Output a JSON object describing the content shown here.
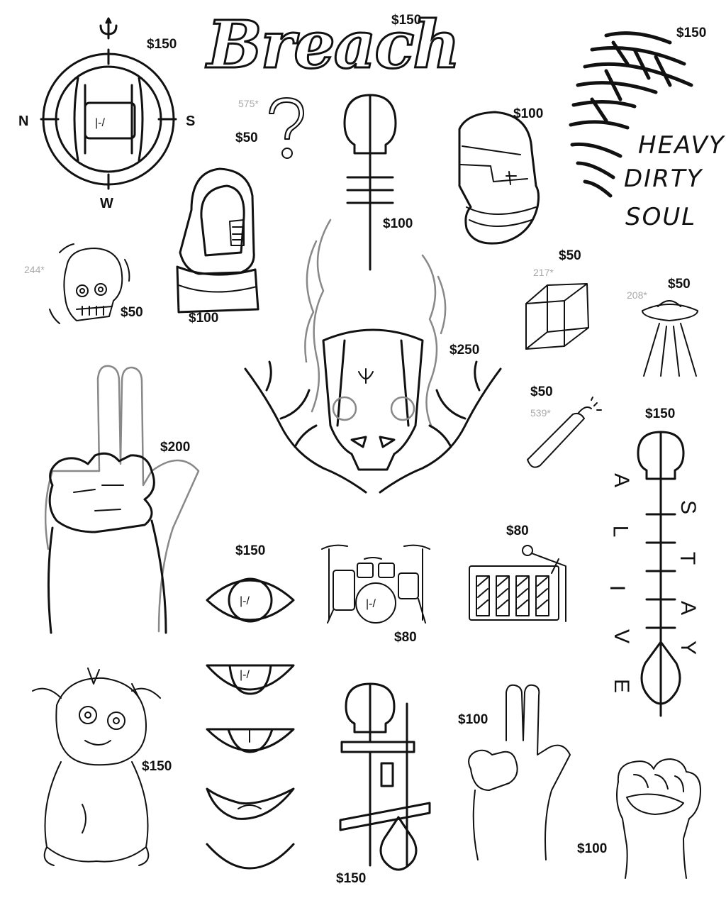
{
  "title": "Breach",
  "compass": {
    "north": "N",
    "south": "S",
    "west": "W"
  },
  "heavy_dirty_soul": [
    "HEAVY",
    "DIRTY",
    "SOUL"
  ],
  "stay_alive": {
    "left": [
      "A",
      "L",
      "I",
      "V",
      "E"
    ],
    "right": [
      "S",
      "T",
      "A",
      "Y"
    ]
  },
  "logo_mark": "|-/",
  "items": [
    {
      "name": "compass",
      "price": "$150",
      "code": ""
    },
    {
      "name": "title-breach",
      "price": "$150",
      "code": ""
    },
    {
      "name": "question-mark",
      "price": "$50",
      "code": "575*"
    },
    {
      "name": "skull-glyph-bars",
      "price": "$100",
      "code": ""
    },
    {
      "name": "mask",
      "price": "$100",
      "code": ""
    },
    {
      "name": "heavy-dirty-soul",
      "price": "$150",
      "code": ""
    },
    {
      "name": "hooded-figure",
      "price": "$100",
      "code": ""
    },
    {
      "name": "skull-small",
      "price": "$50",
      "code": "244*"
    },
    {
      "name": "cube",
      "price": "$50",
      "code": "217*"
    },
    {
      "name": "ufo",
      "price": "$50",
      "code": "208*"
    },
    {
      "name": "flaming-skull-antlers",
      "price": "$250",
      "code": ""
    },
    {
      "name": "dynamite",
      "price": "$50",
      "code": "539*"
    },
    {
      "name": "stay-alive",
      "price": "$150",
      "code": ""
    },
    {
      "name": "hand-large",
      "price": "$200",
      "code": ""
    },
    {
      "name": "eye",
      "price": "$150",
      "code": ""
    },
    {
      "name": "drum-kit",
      "price": "$80",
      "code": ""
    },
    {
      "name": "amp-mic",
      "price": "$80",
      "code": ""
    },
    {
      "name": "creature",
      "price": "$150",
      "code": ""
    },
    {
      "name": "glyph-tall",
      "price": "$150",
      "code": ""
    },
    {
      "name": "hand-small",
      "price": "$100",
      "code": ""
    },
    {
      "name": "fist",
      "price": "$100",
      "code": ""
    }
  ]
}
